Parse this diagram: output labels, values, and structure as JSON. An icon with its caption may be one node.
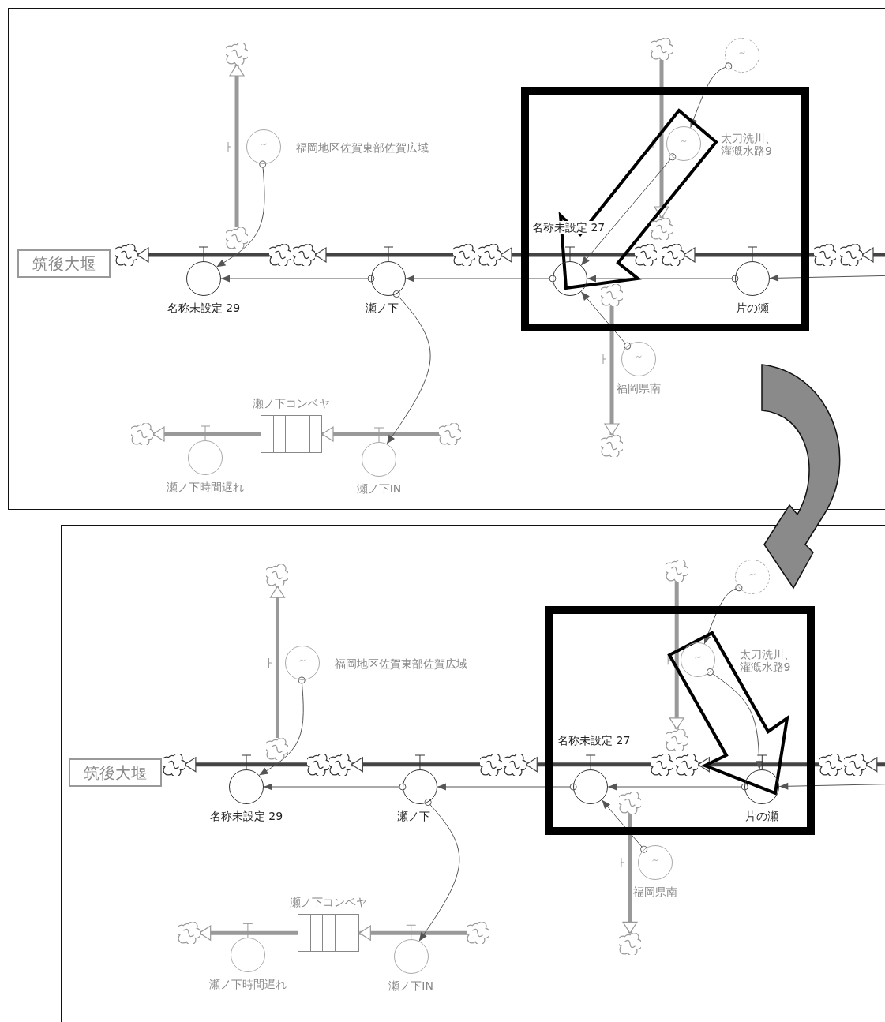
{
  "diagram": {
    "nodes": [
      {
        "text": [
          "筑後大堰"
        ]
      },
      {
        "text": [],
        "shape": "cloud"
      },
      {
        "text": [
          "名称未設定 29"
        ]
      },
      {
        "text": [],
        "shape": "cloud"
      },
      {
        "text": [],
        "shape": "cloud"
      },
      {
        "text": [
          "福岡地区佐賀東部佐賀広域"
        ]
      },
      {
        "text": [],
        "shape": "cloud"
      },
      {
        "text": [],
        "shape": "cloud"
      },
      {
        "text": [
          "瀬ノ下"
        ]
      },
      {
        "text": [],
        "shape": "cloud"
      },
      {
        "text": [],
        "shape": "cloud"
      },
      {
        "text": [
          "名称未設定 27"
        ]
      },
      {
        "text": [],
        "shape": "cloud"
      },
      {
        "text": [],
        "shape": "cloud"
      },
      {
        "text": [],
        "shape": "circle"
      },
      {
        "text": [
          "太刀洗川、灌漑水路9"
        ]
      },
      {
        "text": [],
        "shape": "cloud"
      },
      {
        "text": [],
        "shape": "cloud"
      },
      {
        "text": [
          "片の瀬"
        ]
      },
      {
        "text": [],
        "shape": "cloud"
      },
      {
        "text": [],
        "shape": "cloud"
      },
      {
        "text": [],
        "shape": "cloud"
      },
      {
        "text": [
          "福岡県南"
        ]
      },
      {
        "text": [],
        "shape": "cloud"
      },
      {
        "text": [
          "瀬ノ下コンベヤ"
        ]
      },
      {
        "text": [],
        "shape": "cloud"
      },
      {
        "text": [
          "瀬ノ下時間遅れ"
        ]
      },
      {
        "text": [
          "瀬ノ下IN"
        ]
      },
      {
        "text": [],
        "shape": "cloud"
      },
      {
        "text": [
          "筑後大堰"
        ]
      },
      {
        "text": [],
        "shape": "cloud"
      },
      {
        "text": [
          "名称未設定 29"
        ]
      },
      {
        "text": [],
        "shape": "cloud"
      },
      {
        "text": [],
        "shape": "cloud"
      },
      {
        "text": [
          "福岡地区佐賀東部佐賀広域"
        ]
      },
      {
        "text": [],
        "shape": "cloud"
      },
      {
        "text": [],
        "shape": "cloud"
      },
      {
        "text": [
          "瀬ノ下"
        ]
      },
      {
        "text": [],
        "shape": "cloud"
      },
      {
        "text": [],
        "shape": "cloud"
      },
      {
        "text": [
          "名称未設定 27"
        ]
      },
      {
        "text": [],
        "shape": "cloud"
      },
      {
        "text": [],
        "shape": "cloud"
      },
      {
        "text": [],
        "shape": "circle"
      },
      {
        "text": [
          "太刀洗川、灌漑水路9"
        ]
      },
      {
        "text": [],
        "shape": "cloud"
      },
      {
        "text": [],
        "shape": "cloud"
      },
      {
        "text": [
          "片の瀬"
        ]
      },
      {
        "text": [],
        "shape": "cloud"
      },
      {
        "text": [],
        "shape": "cloud"
      },
      {
        "text": [],
        "shape": "cloud"
      },
      {
        "text": [
          "福岡県南"
        ]
      },
      {
        "text": [],
        "shape": "cloud"
      },
      {
        "text": [
          "瀬ノ下コンベヤ"
        ]
      },
      {
        "text": [],
        "shape": "cloud"
      },
      {
        "text": [
          "瀬ノ下時間遅れ"
        ]
      },
      {
        "text": [
          "瀬ノ下IN"
        ]
      },
      {
        "text": [],
        "shape": "cloud"
      }
    ],
    "edges": [
      {
        "from": 3,
        "to": 1,
        "arrow": "to"
      },
      {
        "from": 6,
        "to": 4,
        "arrow": "to",
        "color": "#999999"
      },
      {
        "from": 9,
        "to": 7,
        "arrow": "to"
      },
      {
        "from": 12,
        "to": 10,
        "arrow": "to"
      },
      {
        "from": 13,
        "to": 16,
        "arrow": "to",
        "color": "#999999"
      },
      {
        "from": 19,
        "to": 17,
        "arrow": "to"
      },
      {
        "from": null,
        "to": 20,
        "arrow": "to"
      },
      {
        "from": 21,
        "to": 23,
        "arrow": "to",
        "color": "#999999"
      },
      {
        "from": 24,
        "to": 25,
        "arrow": "to",
        "color": "#999999"
      },
      {
        "from": 28,
        "to": 24,
        "arrow": "to",
        "color": "#999999"
      },
      {
        "from": 5,
        "to": 2,
        "arrow": "to"
      },
      {
        "from": 8,
        "to": 2,
        "arrow": "to"
      },
      {
        "from": 11,
        "to": 8,
        "arrow": "to"
      },
      {
        "from": 18,
        "to": 11,
        "arrow": "to"
      },
      {
        "from": null,
        "to": 18,
        "arrow": "to"
      },
      {
        "from": 15,
        "to": 11,
        "arrow": "to"
      },
      {
        "from": 22,
        "to": 11,
        "arrow": "to"
      },
      {
        "from": 14,
        "to": 15,
        "arrow": "to"
      },
      {
        "from": 8,
        "to": 27,
        "arrow": "to"
      },
      {
        "from": 32,
        "to": 30,
        "arrow": "to"
      },
      {
        "from": 35,
        "to": 33,
        "arrow": "to",
        "color": "#999999"
      },
      {
        "from": 38,
        "to": 36,
        "arrow": "to"
      },
      {
        "from": 41,
        "to": 39,
        "arrow": "to"
      },
      {
        "from": 42,
        "to": 45,
        "arrow": "to",
        "color": "#999999"
      },
      {
        "from": 48,
        "to": 46,
        "arrow": "to"
      },
      {
        "from": null,
        "to": 49,
        "arrow": "to"
      },
      {
        "from": 50,
        "to": 52,
        "arrow": "to",
        "color": "#999999"
      },
      {
        "from": 53,
        "to": 54,
        "arrow": "to",
        "color": "#999999"
      },
      {
        "from": 57,
        "to": 53,
        "arrow": "to",
        "color": "#999999"
      },
      {
        "from": 34,
        "to": 31,
        "arrow": "to"
      },
      {
        "from": 37,
        "to": 31,
        "arrow": "to"
      },
      {
        "from": 40,
        "to": 37,
        "arrow": "to"
      },
      {
        "from": 47,
        "to": 40,
        "arrow": "to"
      },
      {
        "from": null,
        "to": 47,
        "arrow": "to"
      },
      {
        "from": 44,
        "to": 47,
        "arrow": "to"
      },
      {
        "from": 51,
        "to": 40,
        "arrow": "to"
      },
      {
        "from": 43,
        "to": 44,
        "arrow": "to"
      },
      {
        "from": 37,
        "to": 56,
        "arrow": "to"
      }
    ]
  }
}
